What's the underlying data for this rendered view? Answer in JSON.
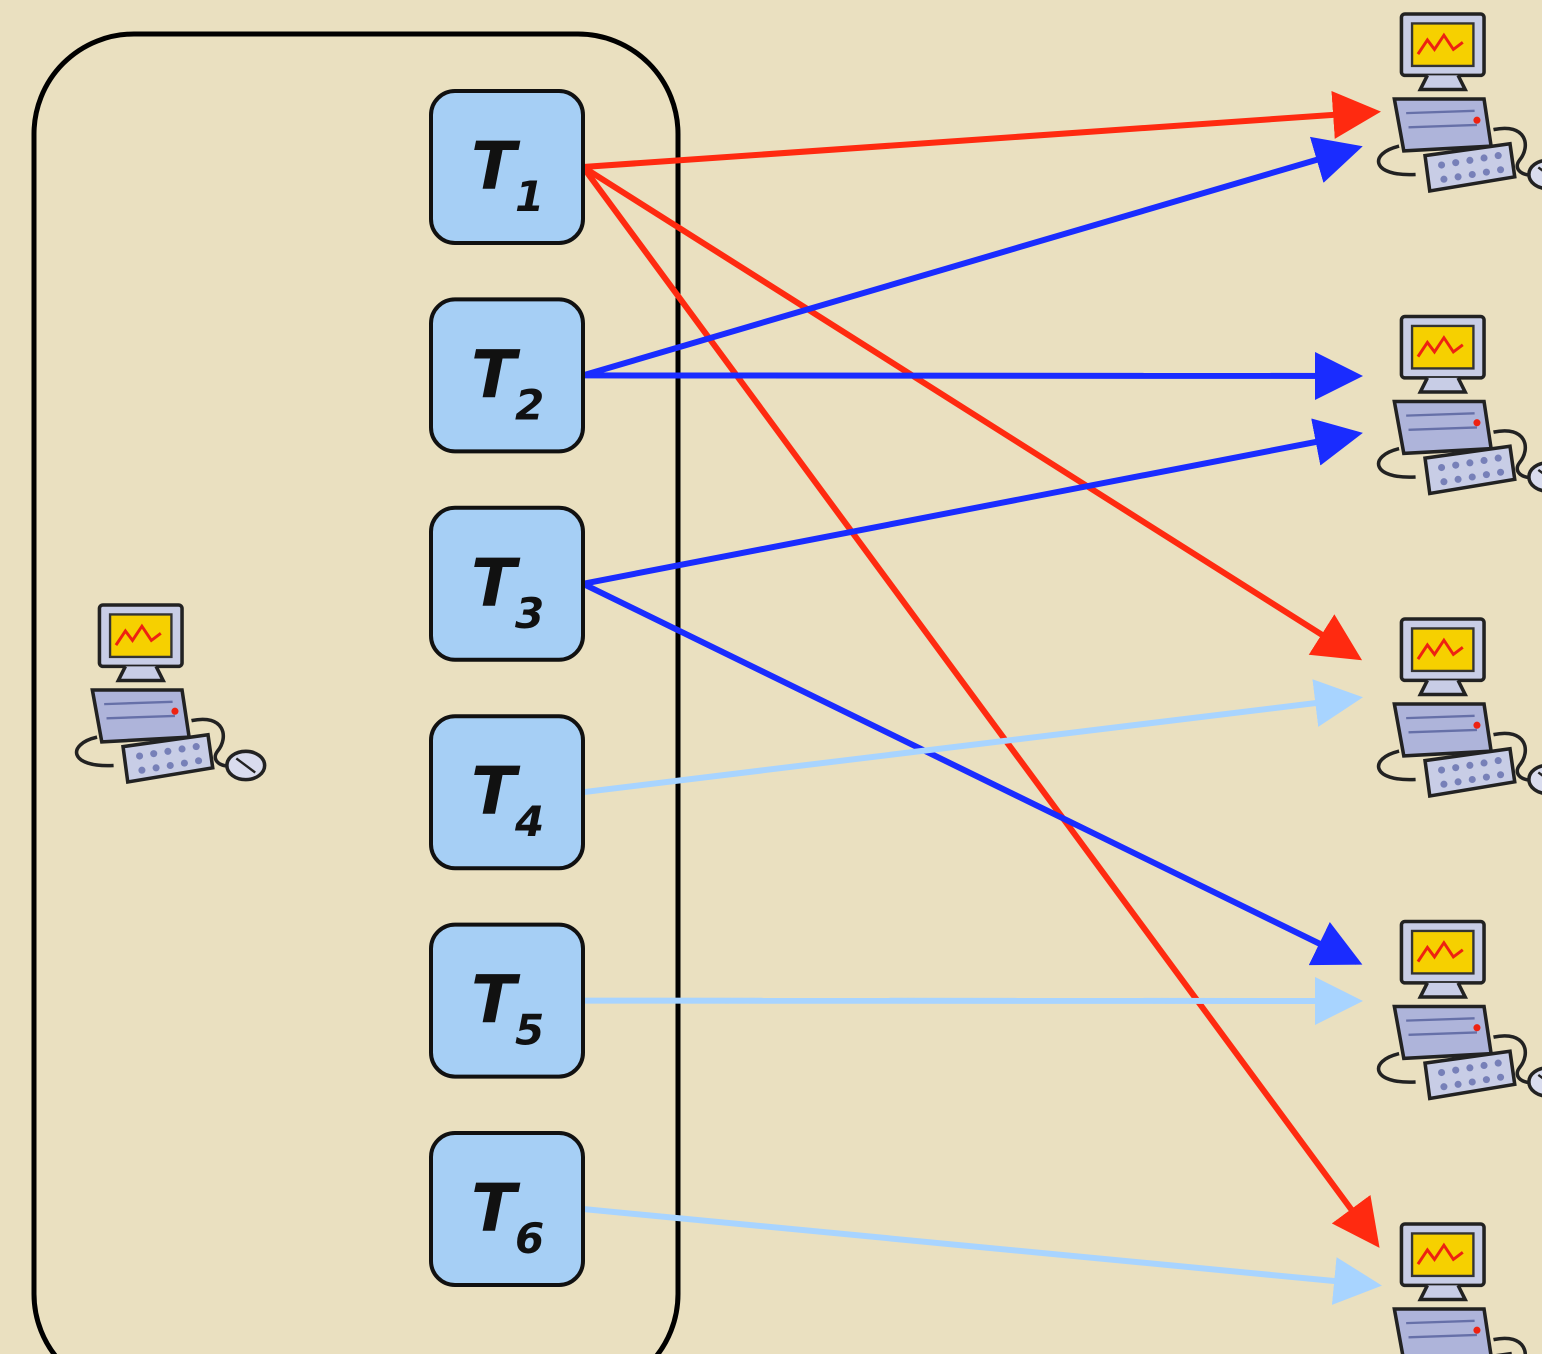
{
  "colors": {
    "background": "#eae0c0",
    "task_fill": "#a6cff5",
    "task_border": "#111111",
    "enclosure_border": "#000000",
    "edge_red": "#ff2a10",
    "edge_blue": "#1a2cff",
    "edge_light_blue": "#a8d4ff"
  },
  "host": {
    "icon": "computer-icon"
  },
  "tasks": [
    {
      "label": "T",
      "sub": "1"
    },
    {
      "label": "T",
      "sub": "2"
    },
    {
      "label": "T",
      "sub": "3"
    },
    {
      "label": "T",
      "sub": "4"
    },
    {
      "label": "T",
      "sub": "5"
    },
    {
      "label": "T",
      "sub": "6"
    }
  ],
  "machines": [
    {
      "icon": "computer-icon"
    },
    {
      "icon": "computer-icon"
    },
    {
      "icon": "computer-icon"
    },
    {
      "icon": "computer-icon"
    },
    {
      "icon": "computer-icon"
    }
  ],
  "edges": [
    {
      "from_task": 1,
      "to_machine": 1,
      "color": "red"
    },
    {
      "from_task": 1,
      "to_machine": 3,
      "color": "red"
    },
    {
      "from_task": 1,
      "to_machine": 5,
      "color": "red"
    },
    {
      "from_task": 2,
      "to_machine": 1,
      "color": "blue"
    },
    {
      "from_task": 2,
      "to_machine": 2,
      "color": "blue"
    },
    {
      "from_task": 3,
      "to_machine": 2,
      "color": "blue"
    },
    {
      "from_task": 3,
      "to_machine": 4,
      "color": "blue"
    },
    {
      "from_task": 4,
      "to_machine": 3,
      "color": "light-blue"
    },
    {
      "from_task": 5,
      "to_machine": 4,
      "color": "light-blue"
    },
    {
      "from_task": 6,
      "to_machine": 5,
      "color": "light-blue"
    }
  ]
}
